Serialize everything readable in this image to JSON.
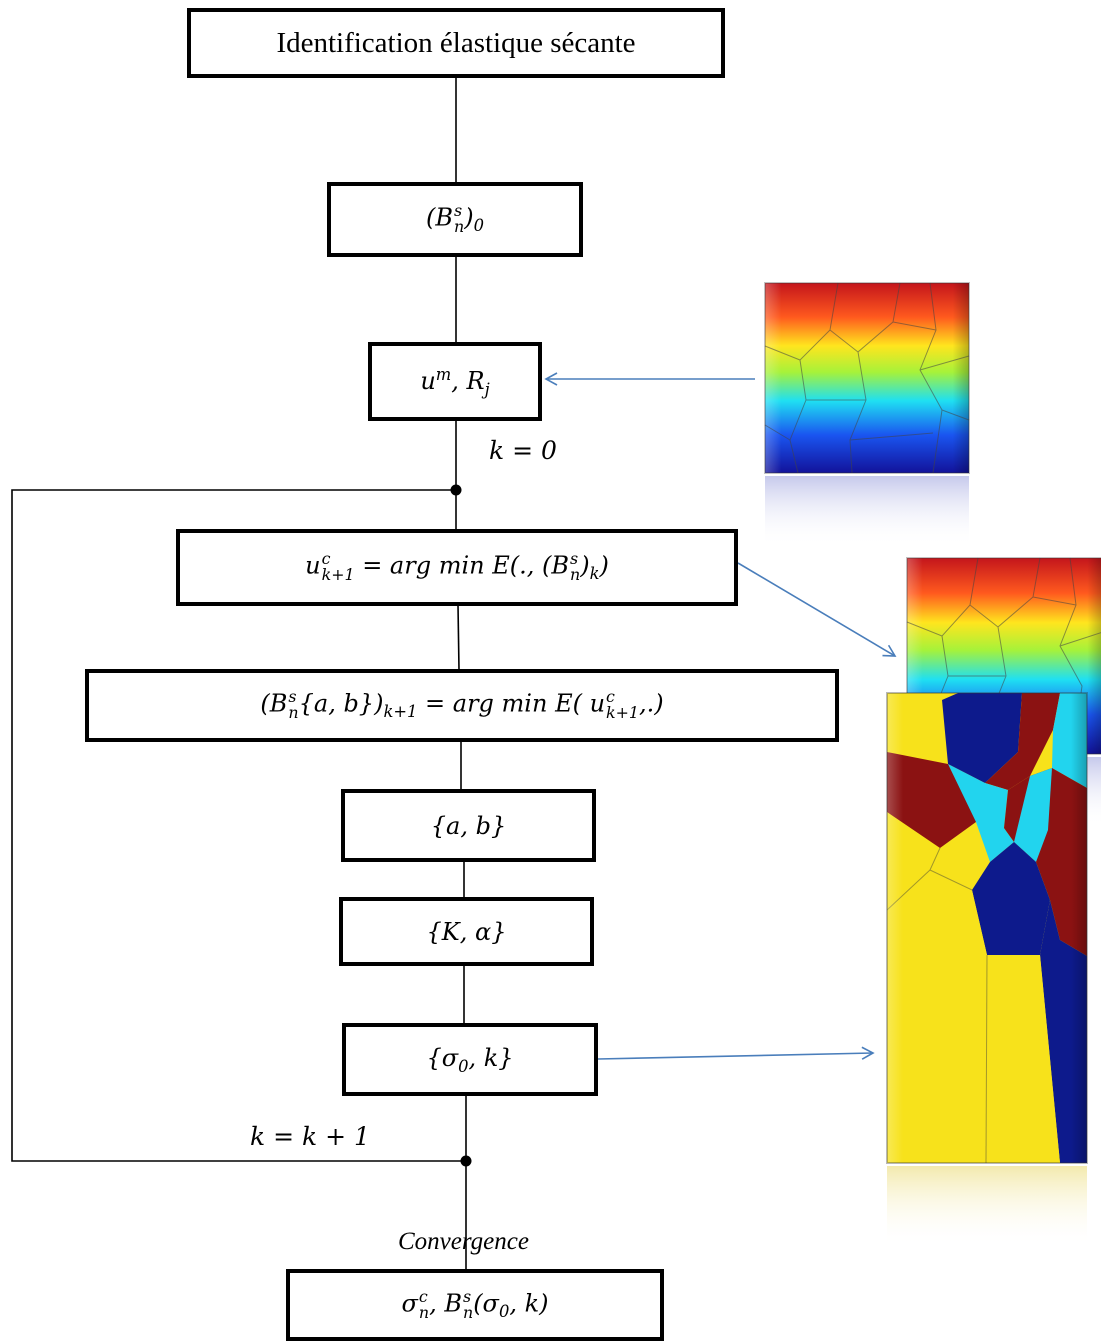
{
  "flow": {
    "start": "Identification élastique sécante",
    "init": "(B",
    "measure": "u",
    "k_init": "k = 0",
    "step_u": "= arg min E(., (B",
    "step_b": "= arg min E( u",
    "ab": "{a, b}",
    "kalpha": "{K, α}",
    "sigk": "{σ",
    "k_incr": "k = k + 1",
    "convergence": "Convergence",
    "result": "σ"
  },
  "colors": {
    "arrow": "#4a7ebb",
    "line": "#000000",
    "grain_yellow": "#f7e21b",
    "grain_navy": "#0d1a8c",
    "grain_cyan": "#22d4ee",
    "grain_maroon": "#8b1212"
  },
  "icons": [
    "displacement-map-image",
    "displacement-map-image-2",
    "grain-phase-map-image"
  ]
}
